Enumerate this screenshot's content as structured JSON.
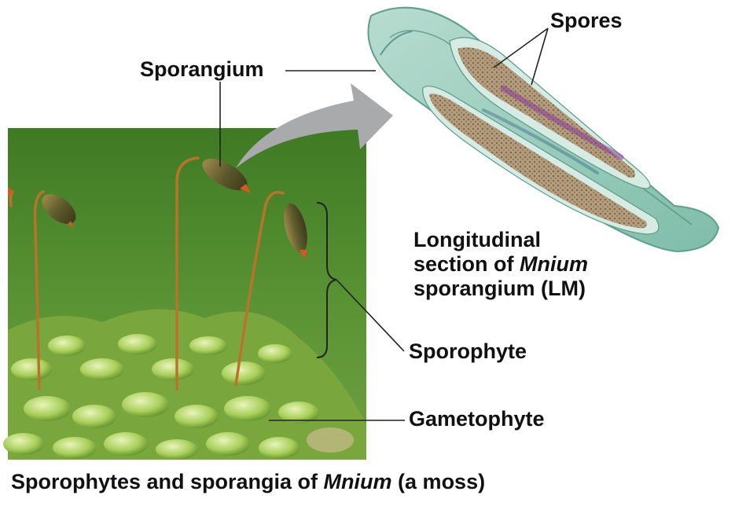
{
  "labels": {
    "sporangium": "Sporangium",
    "spores": "Spores",
    "sporophyte": "Sporophyte",
    "gametophyte": "Gametophyte"
  },
  "section_caption": {
    "line1": "Longitudinal",
    "line2_prefix": "section of ",
    "line2_italic": "Mnium",
    "line3": "sporangium (LM)"
  },
  "bottom_caption": {
    "prefix": "Sporophytes and sporangia of ",
    "italic": "Mnium",
    "suffix": " (a moss)"
  },
  "colors": {
    "moss_background": "#4f8a2a",
    "section_tissue": "#8cc4b4",
    "spore_mass": "#a08866",
    "callout_arrow": "#a9aaac"
  }
}
